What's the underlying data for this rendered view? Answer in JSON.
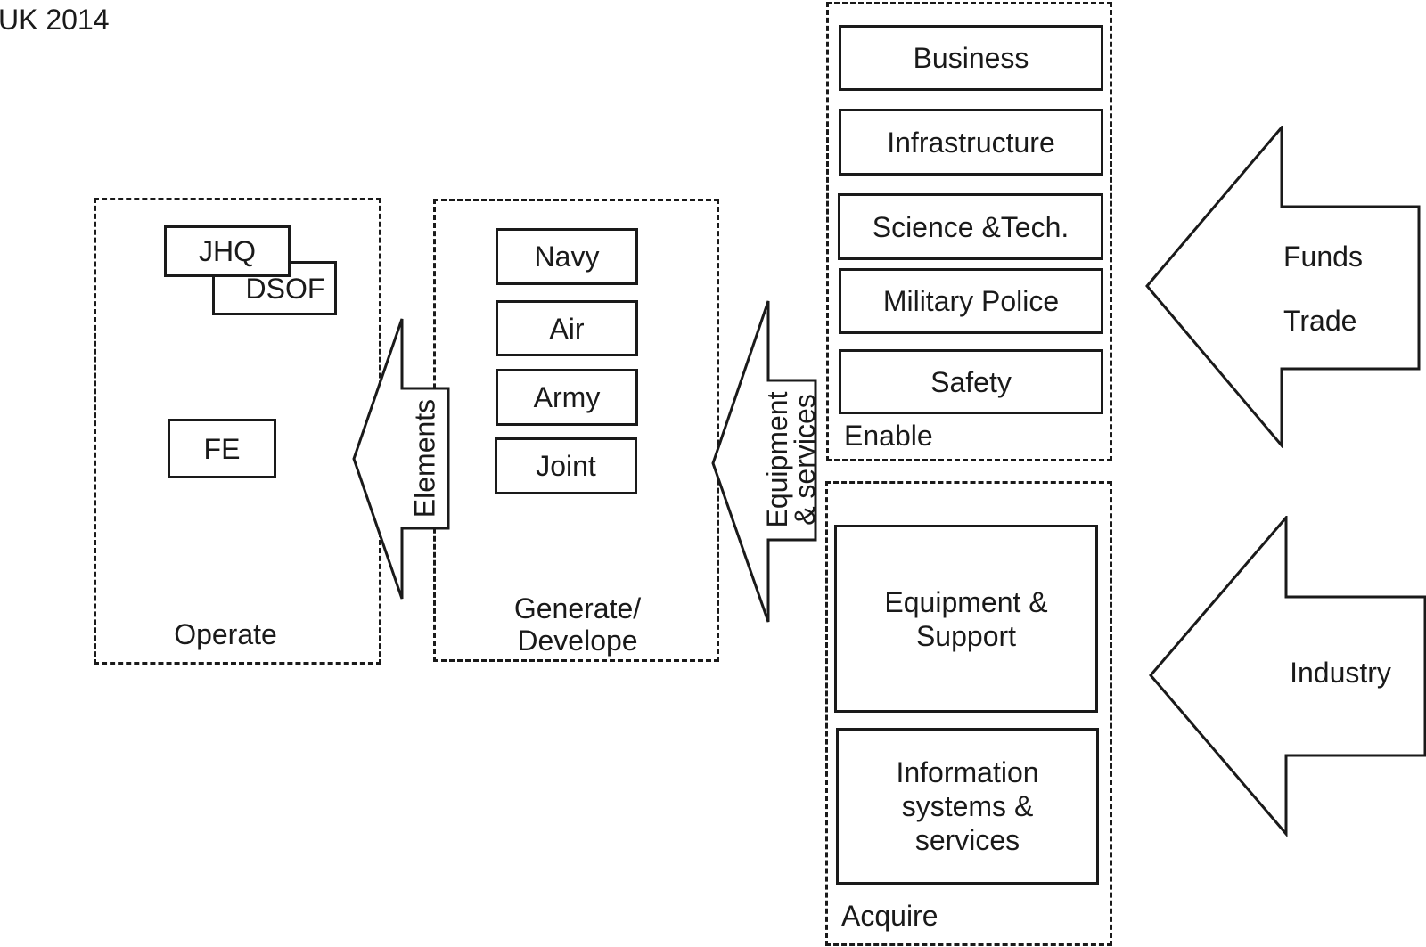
{
  "title": "UK 2014",
  "colors": {
    "line": "#1a1a1a",
    "background": "#ffffff"
  },
  "operate": {
    "label": "Operate",
    "jhq": "JHQ",
    "dsof": "DSOF",
    "fe": "FE"
  },
  "generate": {
    "label_lines": [
      "Generate/",
      "Develope"
    ],
    "boxes": [
      "Navy",
      "Air",
      "Army",
      "Joint"
    ]
  },
  "enable": {
    "label": "Enable",
    "boxes": [
      "Business",
      "Infrastructure",
      "Science &Tech.",
      "Military Police",
      "Safety"
    ]
  },
  "acquire": {
    "label": "Acquire",
    "equipment_support_lines": [
      "Equipment &",
      "Support"
    ],
    "information_lines": [
      "Information",
      "systems &",
      "services"
    ]
  },
  "arrows": {
    "elements": {
      "label": "Elements"
    },
    "equipment_services": {
      "lines": [
        "Equipment",
        "& services"
      ]
    },
    "funds_trade": {
      "lines": [
        "Funds",
        "Trade"
      ]
    },
    "industry": {
      "label": "Industry"
    }
  }
}
